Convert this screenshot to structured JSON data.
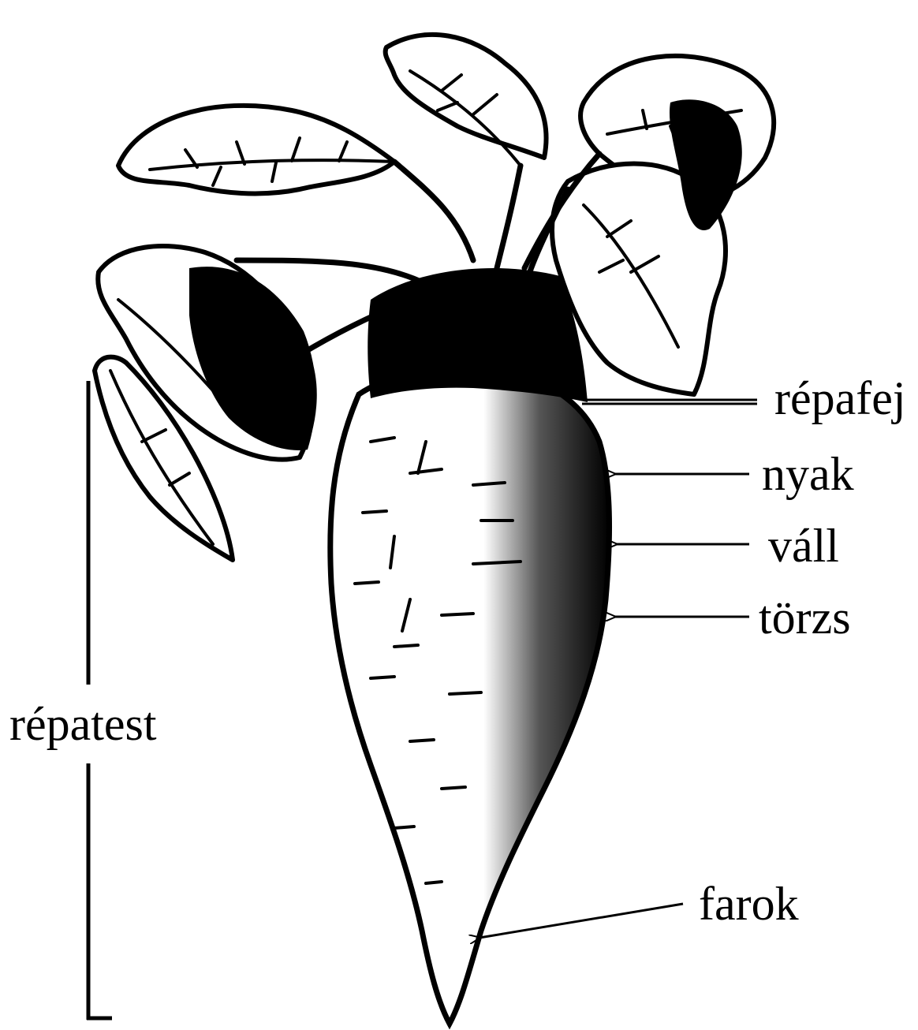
{
  "labels": {
    "head": "répafej",
    "neck": "nyak",
    "shoulder": "váll",
    "trunk": "törzs",
    "body": "répatest",
    "tail": "farok"
  },
  "colors": {
    "ink": "#000000",
    "paper": "#ffffff"
  }
}
